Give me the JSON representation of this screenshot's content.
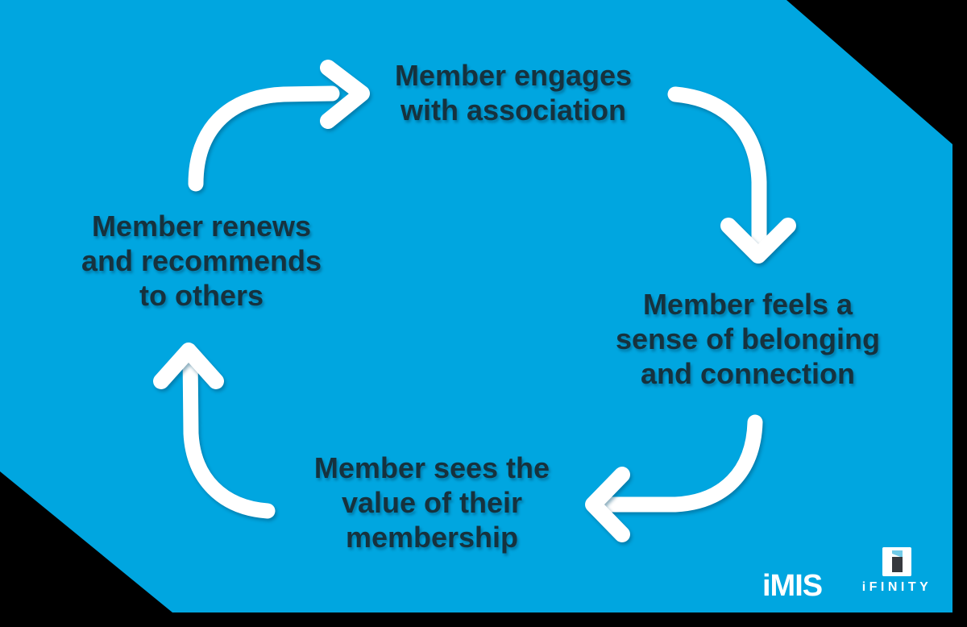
{
  "diagram": {
    "type": "cycle",
    "steps": [
      {
        "id": "engage",
        "lines": [
          "Member engages",
          "with association"
        ]
      },
      {
        "id": "belong",
        "lines": [
          "Member feels a",
          "sense of belonging",
          "and connection"
        ]
      },
      {
        "id": "value",
        "lines": [
          "Member sees the",
          "value of their",
          "membership"
        ]
      },
      {
        "id": "renew",
        "lines": [
          "Member renews",
          "and recommends",
          "to others"
        ]
      }
    ]
  },
  "icons": {
    "arrow_top": "curved-arrow-right-icon",
    "arrow_right": "curved-arrow-down-icon",
    "arrow_bottom": "curved-arrow-left-icon",
    "arrow_left": "curved-arrow-up-icon",
    "ifinity_mark": "ifinity-i-icon"
  },
  "footer": {
    "imis_logo_text": "iMIS",
    "ifinity_logo_text": "iFINITY"
  },
  "colors": {
    "outer_background": "#000000",
    "panel_blue": "#00a6e0",
    "step_text": "#16323e",
    "arrow": "#ffffff",
    "ifinity_tittle": "#72cbe8",
    "ifinity_stem": "#36393e"
  }
}
